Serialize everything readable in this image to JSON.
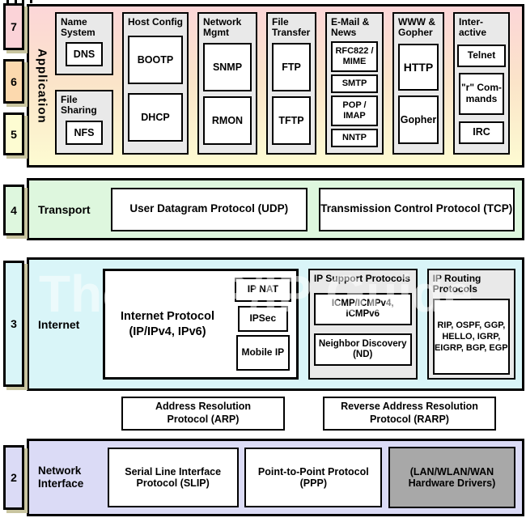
{
  "watermark": "The TCP/IP Guide",
  "colors": {
    "layer7": "#fbd3d8",
    "layer6": "#fcd9ae",
    "layer5": "#fdfcd2",
    "layer4": "#def7de",
    "layer3": "#d9f5f8",
    "layer2": "#dbdbf6",
    "app_top": "#fcd6d8",
    "app_mid": "#fbe4c9",
    "app_bottom": "#fdfbd2",
    "group_gray": "#e9e9e9",
    "hardware_gray": "#a8a8a8",
    "shadow": "#c9c5a0"
  },
  "layers": {
    "application": {
      "number_7": "7",
      "number_6": "6",
      "number_5": "5",
      "label": "Application",
      "groups": {
        "name_system": {
          "title": "Name System",
          "dns": "DNS"
        },
        "file_sharing": {
          "title": "File Sharing",
          "nfs": "NFS"
        },
        "host_config": {
          "title": "Host Config",
          "bootp": "BOOTP",
          "dhcp": "DHCP"
        },
        "network_mgmt": {
          "title": "Network Mgmt",
          "snmp": "SNMP",
          "rmon": "RMON"
        },
        "file_transfer": {
          "title": "File Transfer",
          "ftp": "FTP",
          "tftp": "TFTP"
        },
        "email_news": {
          "title": "E-Mail & News",
          "rfc822": "RFC822 / MIME",
          "smtp": "SMTP",
          "pop_imap": "POP / IMAP",
          "nntp": "NNTP"
        },
        "www_gopher": {
          "title": "WWW & Gopher",
          "http": "HTTP",
          "gopher": "Gopher"
        },
        "interactive": {
          "title": "Inter-active",
          "telnet": "Telnet",
          "r_commands": "\"r\" Com-mands",
          "irc": "IRC"
        }
      }
    },
    "transport": {
      "number": "4",
      "label": "Transport",
      "udp": "User Datagram Protocol (UDP)",
      "tcp": "Transmission Control Protocol (TCP)"
    },
    "internet": {
      "number": "3",
      "label": "Internet",
      "ip": {
        "title": "Internet Protocol (IP/IPv4, IPv6)",
        "ip_nat": "IP NAT",
        "ipsec": "IPSec",
        "mobile_ip": "Mobile IP"
      },
      "ip_support": {
        "title": "IP Support Protocols",
        "icmp": "ICMP/ICMPv4, ICMPv6",
        "nd": "Neighbor Discovery (ND)"
      },
      "ip_routing": {
        "title": "IP Routing Protocols",
        "list": "RIP, OSPF, GGP, HELLO, IGRP, EIGRP, BGP, EGP"
      }
    },
    "arp_row": {
      "arp": "Address Resolution Protocol (ARP)",
      "rarp": "Reverse Address Resolution Protocol (RARP)"
    },
    "network_interface": {
      "number": "2",
      "label": "Network Interface",
      "slip": "Serial Line Interface Protocol (SLIP)",
      "ppp": "Point-to-Point Protocol (PPP)",
      "hardware": "(LAN/WLAN/WAN Hardware Drivers)"
    }
  }
}
